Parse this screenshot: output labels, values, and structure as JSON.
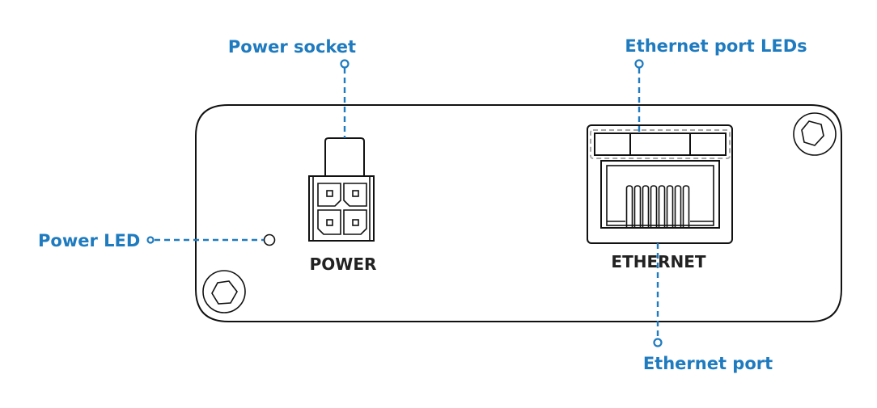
{
  "colors": {
    "accent": "#1f7bbf",
    "outline": "#111111",
    "label": "#222222",
    "led_highlight": "#a8a8a8"
  },
  "device": {
    "name": "front-panel",
    "port_labels": {
      "power": "POWER",
      "ethernet": "ETHERNET"
    },
    "ethernet_pins": 8,
    "power_pins": 4,
    "screws": 2
  },
  "callouts": [
    {
      "id": "power-socket",
      "label": "Power socket"
    },
    {
      "id": "ethernet-port-leds",
      "label": "Ethernet port LEDs"
    },
    {
      "id": "power-led",
      "label": "Power LED"
    },
    {
      "id": "ethernet-port",
      "label": "Ethernet port"
    }
  ]
}
